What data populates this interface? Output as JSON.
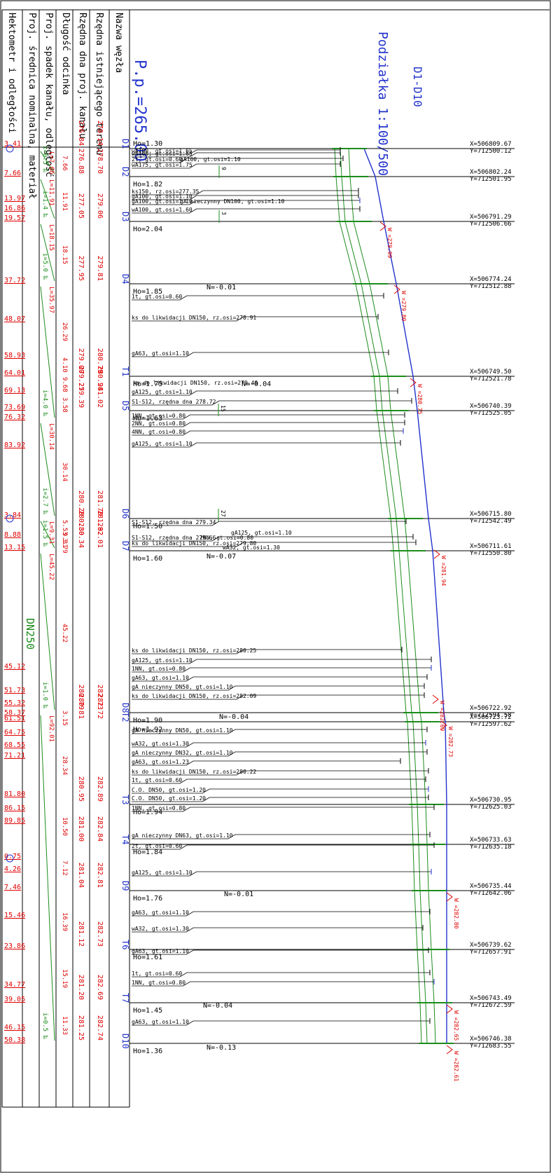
{
  "header": {
    "row_labels": [
      "Hektometr i odległości",
      "Proj. średnica nominalna, materiał",
      "Proj. spadek kanału, odległość",
      "Długość odcinka",
      "Rzędna dna proj. kanału",
      "Rzędna istniejącego terenu",
      "Nazwa węzła"
    ],
    "datum": "P.p.=265.00",
    "scale": "Podziałka 1:100/500",
    "section": "D1-D10",
    "diameter": "DN250"
  },
  "colors": {
    "frame": "#000000",
    "red": "#e00000",
    "green": "#1c8c1c",
    "blue": "#2233cc"
  },
  "hektometry": [
    "3.41",
    "7.66",
    "13.97",
    "16.86",
    "19.57",
    "37.72",
    "48.07",
    "58.93",
    "64.01",
    "69.13",
    "73.69",
    "76.32",
    "83.92",
    "3.84",
    "8.88",
    "13.15",
    "45.12",
    "51.73",
    "55.32",
    "58.37",
    "61.51",
    "64.75",
    "68.55",
    "71.21",
    "81.80",
    "86.15",
    "89.85",
    "0.75",
    "4.26",
    "7.46",
    "15.46",
    "23.86",
    "34.77",
    "39.05",
    "46.15",
    "50.38"
  ],
  "slopes": [
    {
      "l": "L=7.66",
      "i": "i=0.5 ‰"
    },
    {
      "l": "L=11.91",
      "i": "i=1.4 ‰"
    },
    {
      "l": "L=18.15",
      "i": "i=5.0 ‰"
    },
    {
      "l": "L=35.97",
      "i": "i=4.0 ‰"
    },
    {
      "l": "L=30.14",
      "i": "i=2.7 ‰"
    },
    {
      "l": "L=9.31",
      "i": "i=1.5 ‰"
    },
    {
      "l": "L=45.22",
      "i": "i=1.0 ‰"
    },
    {
      "l": "L=92.01",
      "i": "i=0.5 ‰"
    }
  ],
  "lengths": [
    "7.66",
    "11.91",
    "18.15",
    "26.29",
    "9.68",
    "4.10",
    "3.58",
    "30.14",
    "5.53",
    "9.31",
    "3.79",
    "45.22",
    "3.15",
    "28.34",
    "10.50",
    "7.12",
    "16.39",
    "15.19",
    "11.33"
  ],
  "nodes": [
    {
      "name": "D1",
      "dno": "276.84",
      "teren": "278.14",
      "ho": "Ho=1.30",
      "x": "X=506809.67",
      "y": "Y=712500.12"
    },
    {
      "name": "D2",
      "dno": "276.88",
      "teren": "278.70",
      "ho": "Ho=1.82",
      "x": "X=506802.24",
      "y": "Y=712501.95"
    },
    {
      "name": "D3",
      "dno": "277.05",
      "teren": "279.06",
      "ho": "Ho=2.04",
      "x": "X=506791.29",
      "y": "Y=712506.66"
    },
    {
      "name": "D4",
      "dno": "277.95",
      "teren": "279.81",
      "ho": "Ho=1.85",
      "x": "X=506774.24",
      "y": "Y=712512.88"
    },
    {
      "name": "T1",
      "dno": "279.00",
      "teren": "280.79",
      "ho": "Ho=1.75",
      "x": "X=506749.50",
      "y": "Y=712521.78"
    },
    {
      "name": "",
      "dno": "279.25",
      "teren": "280.94",
      "ho": "",
      "x": "",
      "y": ""
    },
    {
      "name": "D5",
      "dno": "279.39",
      "teren": "281.02",
      "ho": "Ho=1.63",
      "x": "X=506740.39",
      "y": "Y=712525.05"
    },
    {
      "name": "D6",
      "dno": "280.20",
      "teren": "281.70",
      "ho": "Ho=1.50",
      "x": "X=506715.80",
      "y": "Y=712542.49"
    },
    {
      "name": "",
      "dno": "280.30",
      "teren": "281.92",
      "ho": "",
      "x": "",
      "y": ""
    },
    {
      "name": "D7",
      "dno": "280.34",
      "teren": "282.01",
      "ho": "Ho=1.60",
      "x": "X=506711.61",
      "y": "Y=712550.80"
    },
    {
      "name": "D8",
      "dno": "280.79",
      "teren": "282.73",
      "ho": "Ho=1.90",
      "x": "X=506722.92",
      "y": "Y=712594.58"
    },
    {
      "name": "T2",
      "dno": "280.81",
      "teren": "282.72",
      "ho": "Ho=1.92",
      "x": "X=506723.72",
      "y": "Y=712597.62"
    },
    {
      "name": "T3",
      "dno": "280.95",
      "teren": "282.89",
      "ho": "Ho=1.94",
      "x": "X=506730.95",
      "y": "Y=712625.03"
    },
    {
      "name": "T4",
      "dno": "281.00",
      "teren": "282.84",
      "ho": "Ho=1.84",
      "x": "X=506733.63",
      "y": "Y=712635.18"
    },
    {
      "name": "D9",
      "dno": "281.04",
      "teren": "282.81",
      "ho": "Ho=1.76",
      "x": "X=506735.44",
      "y": "Y=712642.06"
    },
    {
      "name": "T6",
      "dno": "281.12",
      "teren": "282.73",
      "ho": "Ho=1.61",
      "x": "X=506739.62",
      "y": "Y=712657.91"
    },
    {
      "name": "T7",
      "dno": "281.20",
      "teren": "282.69",
      "ho": "Ho=1.45",
      "x": "X=506743.49",
      "y": "Y=712672.59"
    },
    {
      "name": "D10",
      "dno": "281.25",
      "teren": "282.74",
      "ho": "Ho=1.36",
      "x": "X=506746.38",
      "y": "Y=712683.55"
    }
  ],
  "crossings": [
    "wA100, gt.osi=1.65",
    "wA100, gt.osi=1.65",
    "2t, gt.osi=0.60",
    "gA100, gt.osi=1.10",
    "wA175, gt.osi=1.75",
    "ks150, rz.osi=277.35",
    "gA100, gt.osi=1.10",
    "gA nieczynny DN100, gt.osi=1.10",
    "gA100, gt.osi=1.10",
    "wA100, gt.osi=1.60",
    "1t, gt.osi=0.60",
    "ks do likwidacji DN150, rz.osi=278.91",
    "gA63, gt.osi=1.10",
    "ks do likwidacji DN150, rz.osi=279.46",
    "gA125, gt.osi=1.10",
    "S1-S12, rzędna dna 278.72",
    "1NN, gt.osi=0.80",
    "2NN, gt.osi=0.80",
    "4NN, gt.osi=0.80",
    "gA125, gt.osi=1.10",
    "S1-S12, rzędna dna 279.34",
    "gA125, gt.osi=1.10",
    "S1-S12, rzędna dna 279.66",
    "2NN, gt.osi=0.80",
    "ks do likwidacji DN150, rz.osi=279.80",
    "wA32, gt.osi=1.30",
    "ks do likwidacji DN150, rz.osi=280.25",
    "gA125, gt.osi=1.10",
    "1NN, gt.osi=0.80",
    "gA63, gt.osi=1.10",
    "gA nieczynny DN50, gt.osi=1.10",
    "ks do likwidacji DN150, rz.osi=282.09",
    "gA nieczynny DN50, gt.osi=1.10",
    "wA32, gt.osi=1.30",
    "gA nieczynny DN32, gt.osi=1.10",
    "gA63, gt.osi=1.23",
    "ks do likwidacji DN150, rz.osi=280.22",
    "1t, gt.osi=0.60",
    "C.O. DN50, gt.osi=1.20",
    "C.O. DN50, gt.osi=1.20",
    "1NN, gt.osi=0.80",
    "gA nieczynny DN63, gt.osi=1.10",
    "2t, gt.osi=0.60",
    "gA125, gt.osi=1.10",
    "gA63, gt.osi=1.10",
    "wA32, gt.osi=1.30",
    "gA63, gt.osi=1.10",
    "1t, gt.osi=0.60",
    "1NN, gt.osi=0.80",
    "gA63, gt.osi=1.10"
  ],
  "n_marks": [
    "N=-0.01",
    "N=-0.04",
    "N=-0.07",
    "N=-0.04",
    "N=-0.01",
    "N=-0.04",
    "N=-0.13"
  ],
  "w_marks": [
    "W =279.09",
    "W =279.80",
    "W =280.75",
    "W =281.94",
    "W =282.69",
    "W =282.73",
    "W =282.80",
    "W =282.65",
    "W =282.61"
  ],
  "manhole_marks": [
    "9",
    "3",
    "15",
    "27"
  ]
}
